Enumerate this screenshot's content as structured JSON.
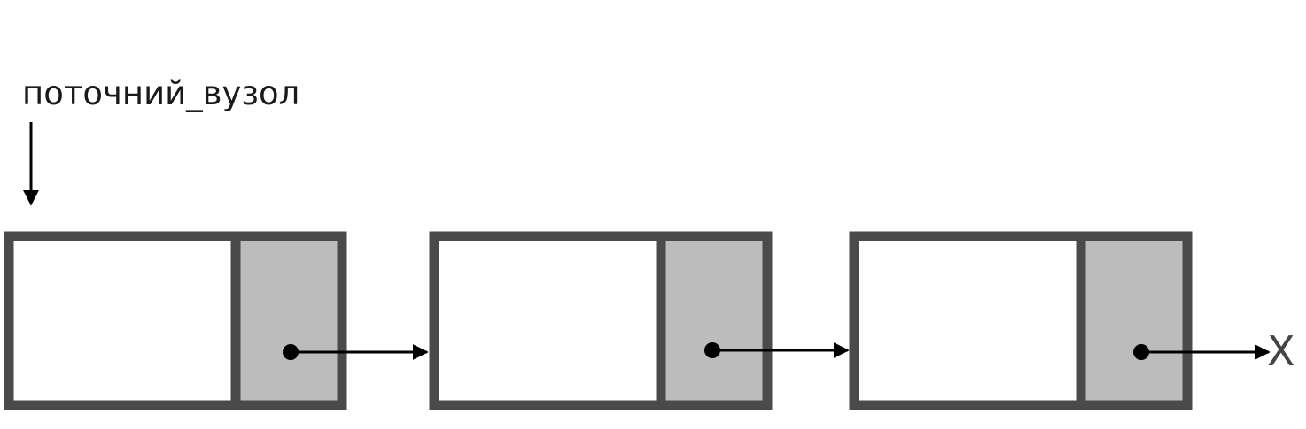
{
  "diagram": {
    "pointer_label": "поточний_вузол",
    "null_label": "X",
    "node_count": 3,
    "colors": {
      "border": "#4a4a4a",
      "data_fill": "#ffffff",
      "next_fill": "#bcbcbc",
      "arrow": "#000000",
      "text": "#1a1a1a",
      "null_text": "#444444"
    }
  }
}
